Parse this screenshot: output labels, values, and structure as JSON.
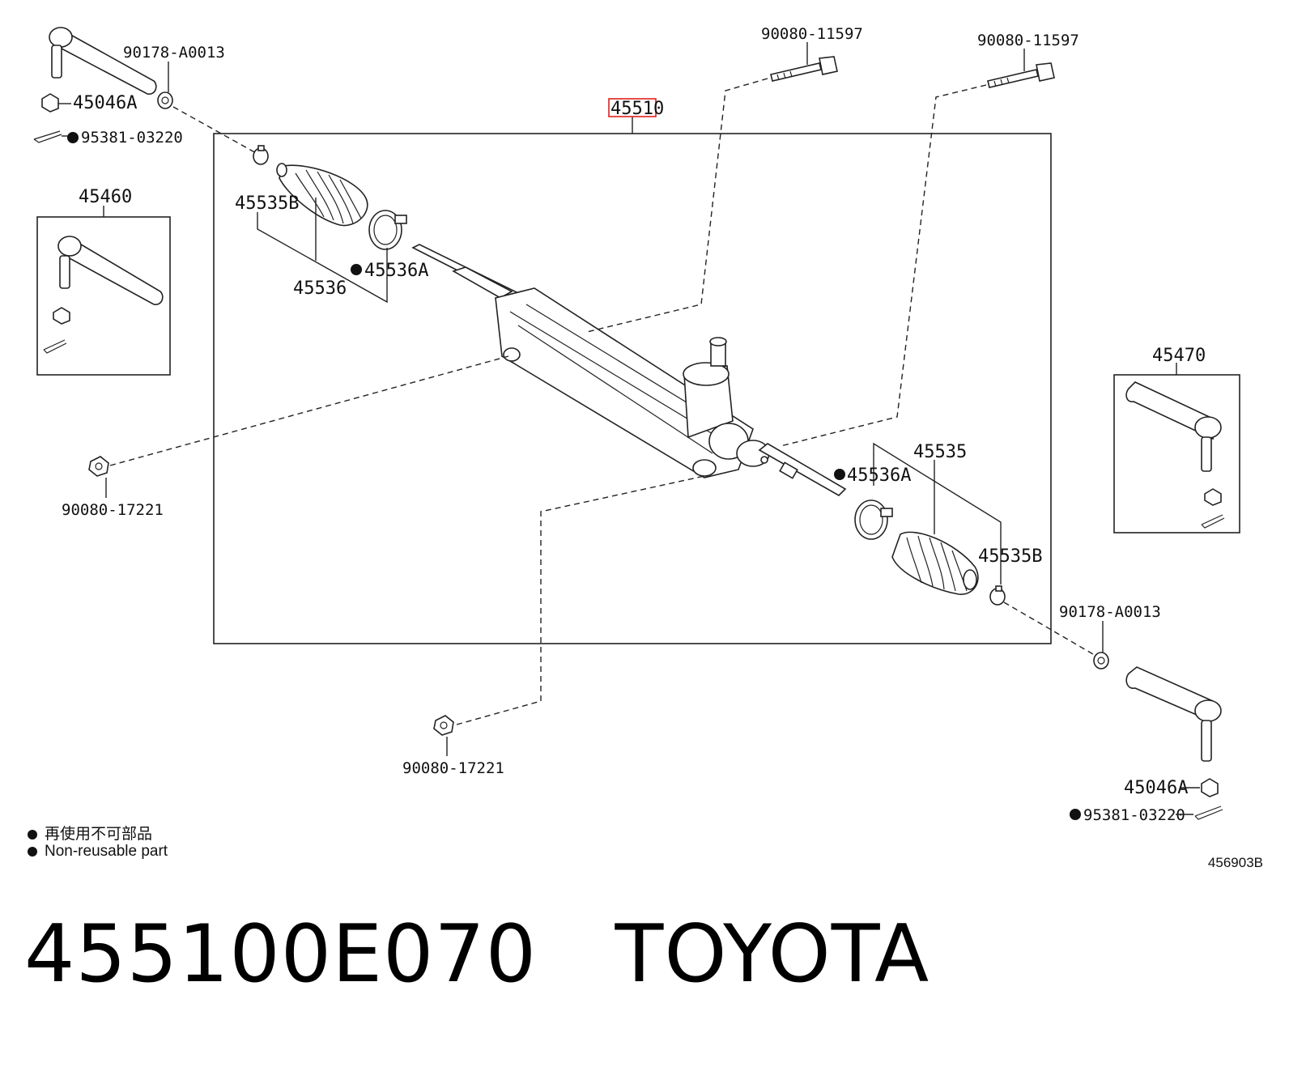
{
  "labels": {
    "main_assembly": "45510",
    "bolt_left": "90080-11597",
    "bolt_right": "90080-11597",
    "nut_top_left": "90178-A0013",
    "nut_lower_right": "90178-A0013",
    "castle_nut_left": "45046A",
    "castle_nut_right": "45046A",
    "cotter_pin_left": "95381-03220",
    "cotter_pin_right": "95381-03220",
    "tie_rod_end_left": "45460",
    "tie_rod_end_right": "45470",
    "clip_left": "45535B",
    "clip_right": "45535B",
    "boot_left": "45536",
    "boot_right": "45535",
    "clamp_left": "45536A",
    "clamp_right": "45536A",
    "mount_nut_left": "90080-17221",
    "mount_nut_bottom": "90080-17221"
  },
  "legend": {
    "japanese": "再使用不可部品",
    "english": "Non-reusable part"
  },
  "illustration_id": "456903B",
  "caption": "455100E070   TOYOTA",
  "colors": {
    "line": "#222222",
    "highlight": "#e0201c",
    "text": "#111111"
  }
}
